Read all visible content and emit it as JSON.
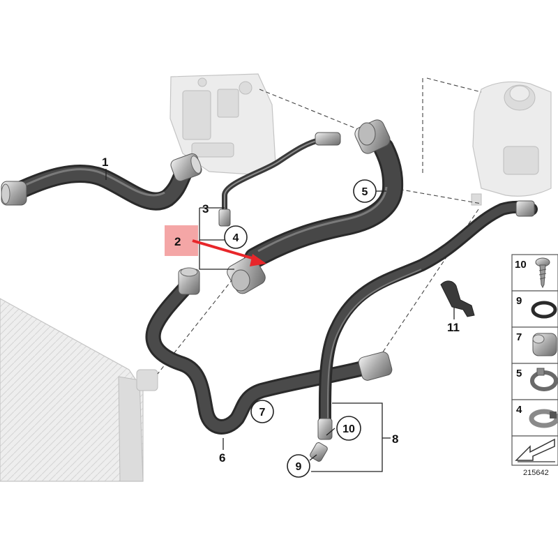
{
  "callouts": {
    "c1": "1",
    "c2": "2",
    "c3": "3",
    "c4": "4",
    "c5": "5",
    "c6": "6",
    "c7": "7",
    "c8": "8",
    "c9": "9",
    "c10": "10",
    "c11": "11"
  },
  "legend": {
    "items": [
      "10",
      "9",
      "7",
      "5",
      "4"
    ]
  },
  "diagram_code": "215642",
  "colors": {
    "hose": "#3b3b3b",
    "hose_highlight": "#6e6e6e",
    "arrow": "#e8262a",
    "highlight_box": "#f4a6a6"
  }
}
